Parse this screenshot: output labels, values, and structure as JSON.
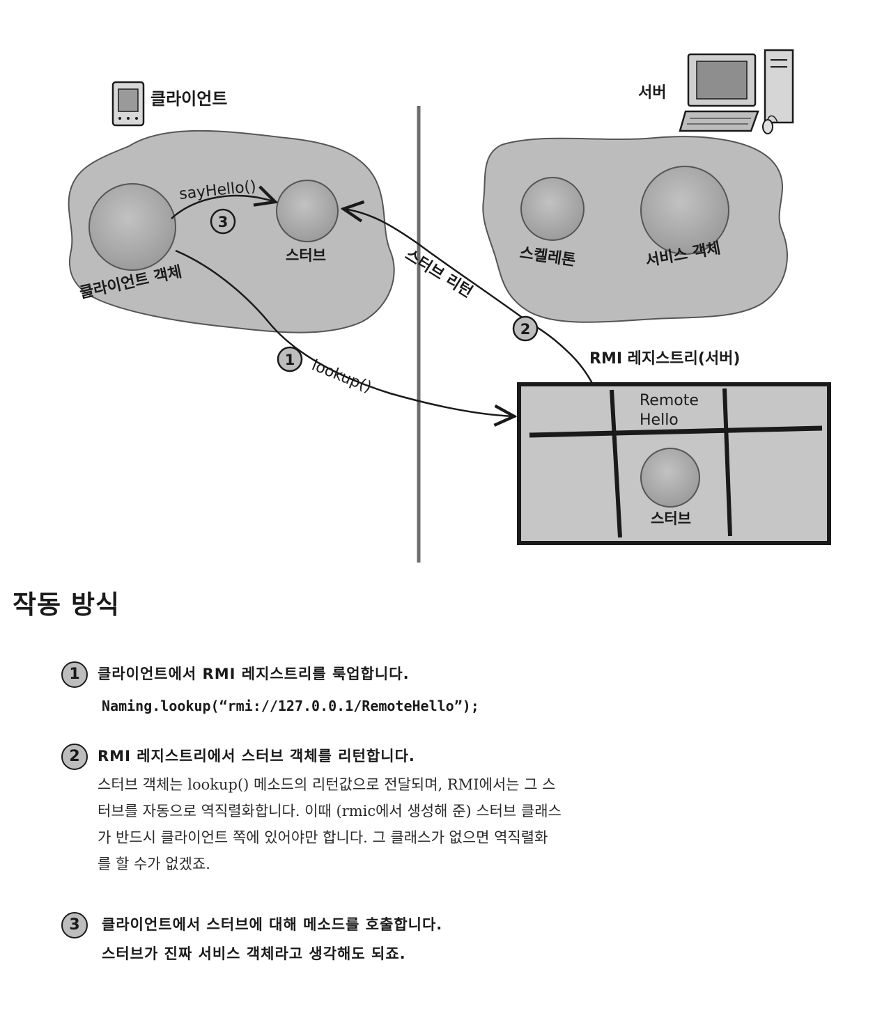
{
  "diagram": {
    "client_label": "클라이언트",
    "server_label": "서버",
    "client_object_label": "클라이언트 객체",
    "stub_label": "스터브",
    "skeleton_label": "스켈레톤",
    "service_object_label": "서비스 객체",
    "say_hello_label": "sayHello()",
    "lookup_label": "lookup()",
    "stub_return_label": "스터브 리턴",
    "registry_label": "RMI 레지스트리(서버)",
    "registry_entry_line1": "Remote",
    "registry_entry_line2": "Hello",
    "registry_stub_label": "스터브",
    "num1": "1",
    "num2": "2",
    "num3": "3",
    "colors": {
      "blob": "#bcbcbc",
      "ball": "#a9a9a9",
      "ink": "#1a1a1a",
      "divider": "#6e6e6e"
    }
  },
  "section_title": "작동 방식",
  "steps": [
    {
      "num": "1",
      "heading": "클라이언트에서 RMI 레지스트리를 룩업합니다.",
      "code": "Naming.lookup(“rmi://127.0.0.1/RemoteHello”);"
    },
    {
      "num": "2",
      "heading": "RMI 레지스트리에서 스터브 객체를 리턴합니다.",
      "body_lines": [
        "스터브 객체는 lookup() 메소드의 리턴값으로 전달되며, RMI에서는 그 스",
        "터브를 자동으로 역직렬화합니다. 이때 (rmic에서 생성해 준) 스터브 클래스",
        "가 반드시 클라이언트 쪽에 있어야만 합니다. 그 클래스가 없으면 역직렬화",
        "를 할 수가 없겠죠."
      ]
    },
    {
      "num": "3",
      "heading": "클라이언트에서 스터브에 대해 메소드를 호출합니다.",
      "heading_line2": "스터브가 진짜 서비스 객체라고 생각해도 되죠."
    }
  ]
}
